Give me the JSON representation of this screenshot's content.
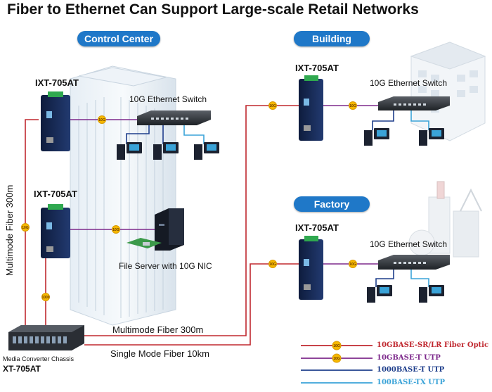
{
  "title": "Fiber to Ethernet Can Support Large-scale Retail Networks",
  "sites": {
    "control_center": "Control Center",
    "building": "Building",
    "factory": "Factory"
  },
  "devices": {
    "cc_converter_top": "IXT-705AT",
    "cc_converter_bottom": "IXT-705AT",
    "building_converter": "IXT-705AT",
    "factory_converter": "IXT-705AT",
    "cc_switch": "10G Ethernet Switch",
    "building_switch": "10G Ethernet Switch",
    "factory_switch": "10G Ethernet Switch",
    "file_server": "File Server with 10G NIC",
    "chassis_line1": "Media Converter Chassis",
    "chassis_line2": "XT-705AT"
  },
  "links": {
    "multimode_vertical": "Multimode Fiber 300m",
    "multimode_horizontal": "Multimode Fiber 300m",
    "single_mode": "Single Mode Fiber 10km"
  },
  "fiber_badges": [
    "10G",
    "10G",
    "10G",
    "10G",
    "10G",
    "10G",
    "10G",
    "1000"
  ],
  "legend": [
    {
      "label": "10GBASE-SR/LR Fiber Optic",
      "color": "#c0282f",
      "badge": "10G"
    },
    {
      "label": "10GBASE-T UTP",
      "color": "#7e2a8c",
      "badge": "10G"
    },
    {
      "label": "1000BASE-T UTP",
      "color": "#1f3f8c",
      "badge": ""
    },
    {
      "label": "100BASE-TX UTP",
      "color": "#3aa3d8",
      "badge": ""
    }
  ]
}
